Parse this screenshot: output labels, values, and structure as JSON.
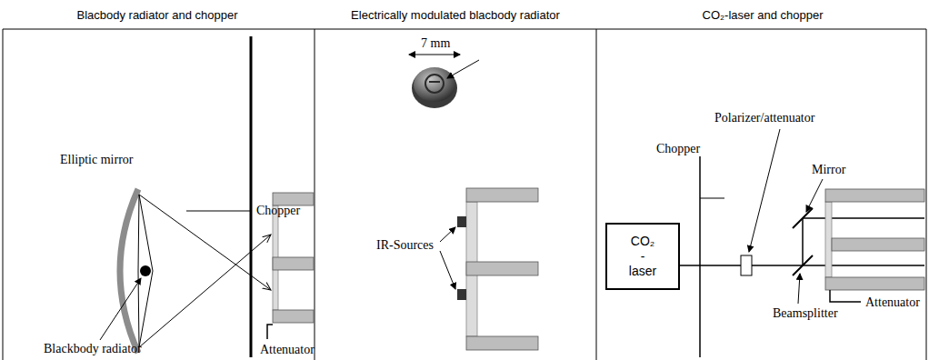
{
  "diagram": {
    "nodes": [
      {
        "text": [
          "Blacbody radiator and chopper"
        ]
      },
      {
        "text": [
          "Electrically modulated blacbody radiator"
        ]
      },
      {
        "text": [
          "CO₂-laser and chopper"
        ]
      },
      {
        "text": [
          "CO₂ -laser"
        ],
        "in": 2
      }
    ],
    "labels": [
      "Chopper",
      "Elliptic mirror",
      "Blackbody radiator",
      "Attenuator",
      "7 mm",
      "IR-Sources",
      "Chopper",
      "Polarizer/attenuator",
      "Mirror",
      "Beamsplitter",
      "Attenuator"
    ]
  }
}
